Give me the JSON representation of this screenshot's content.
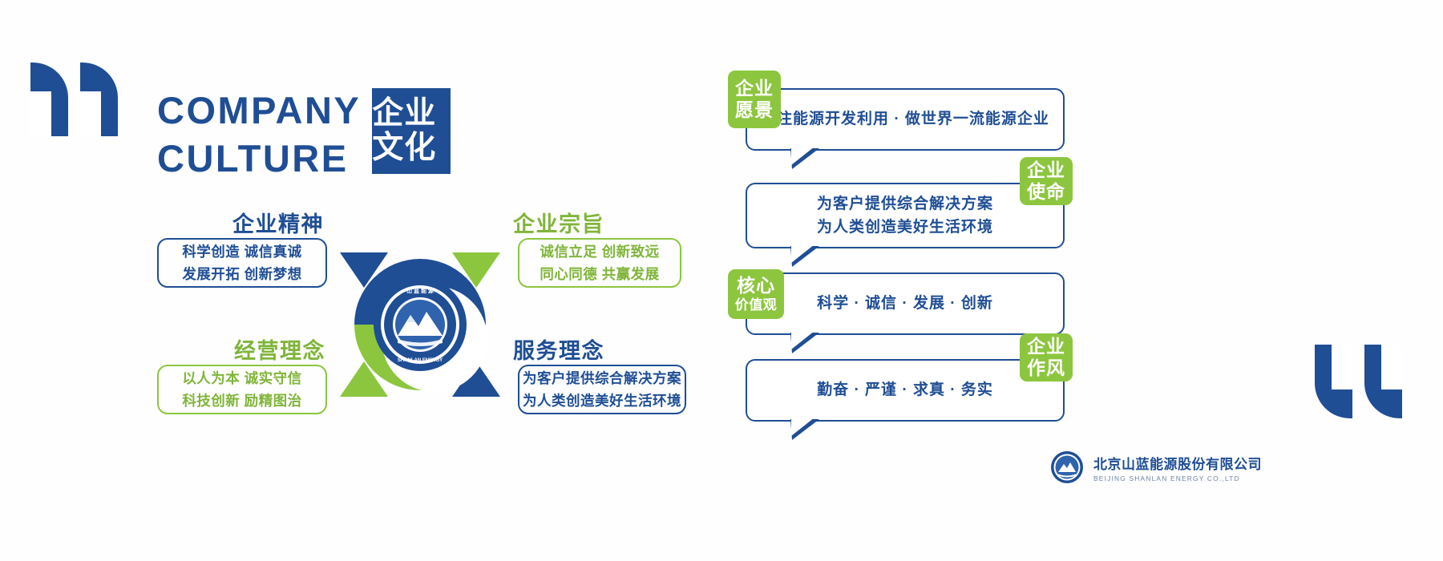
{
  "heading": {
    "english": "COMPANY\nCULTURE",
    "badge": "企业\n文化"
  },
  "colors": {
    "brand_blue": "#1f4e95",
    "brand_green": "#8cc63e",
    "green_text": "#7fb539"
  },
  "left_section": {
    "items": [
      {
        "id": "enterprise-spirit",
        "title": "企业精神",
        "accent": "blue",
        "body": "科学创造  诚信真诚\n发展开拓  创新梦想"
      },
      {
        "id": "management-philosophy",
        "title": "经营理念",
        "accent": "green",
        "body": "以人为本  诚实守信\n科技创新  励精图治"
      },
      {
        "id": "enterprise-purpose",
        "title": "企业宗旨",
        "accent": "green",
        "body": "诚信立足  创新致远\n同心同德  共赢发展"
      },
      {
        "id": "service-philosophy",
        "title": "服务理念",
        "accent": "blue",
        "body": "为客户提供综合解决方案\n为人类创造美好生活环境"
      }
    ],
    "emblem": {
      "name": "shanlan-energy-emblem",
      "ring_text_cn": "山蓝能源",
      "ring_text_en": "SHANLAN ENERGY",
      "brand_en": "SHANLAN"
    }
  },
  "right_section": {
    "items": [
      {
        "id": "vision",
        "tab": "企业\n愿景",
        "tab_side": "left",
        "body": "专注能源开发利用 · 做世界一流能源企业"
      },
      {
        "id": "mission",
        "tab": "企业\n使命",
        "tab_side": "right",
        "body": "为客户提供综合解决方案\n为人类创造美好生活环境"
      },
      {
        "id": "core-values",
        "tab_main": "核心",
        "tab_sub": "价值观",
        "tab_side": "left",
        "body": "科学 · 诚信 · 发展 · 创新"
      },
      {
        "id": "work-style",
        "tab": "企业\n作风",
        "tab_side": "right",
        "body": "勤奋 · 严谨 · 求真 · 务实"
      }
    ]
  },
  "footer": {
    "company_cn": "北京山蓝能源股份有限公司",
    "company_en": "BEIJING SHANLAN ENERGY CO.,LTD"
  }
}
